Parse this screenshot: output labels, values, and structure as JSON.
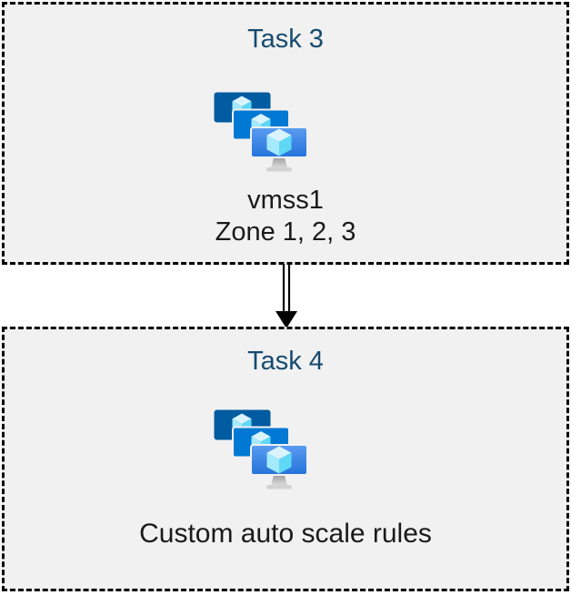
{
  "diagram": {
    "type": "flow-diagram",
    "background": "#FFFFFF"
  },
  "colors": {
    "box_background": "#F1F1F1",
    "box_border": "#000000",
    "title_text": "#174A6E",
    "body_text": "#1A1A1A",
    "arrow": "#000000"
  },
  "boxes": [
    {
      "title": "Task 3",
      "lines": [
        "vmss1",
        "Zone 1, 2, 3"
      ]
    },
    {
      "title": "Task 4",
      "lines": [
        "Custom auto scale rules"
      ]
    }
  ],
  "icon": {
    "name": "vm-scale-sets-icon",
    "colors": {
      "monitor_back": "#005BA1",
      "monitor_middle": "#0078D4",
      "monitor_front_top": "#5B9CF0",
      "monitor_front_bottom": "#2473DB",
      "cube_top": "#D9F4FE",
      "cube_left": "#A5E9FC",
      "cube_right": "#5FD8F6",
      "stand_dark": "#9E9E9E",
      "stand_light": "#DEDEDE",
      "stand_base": "#D2D2D2"
    }
  },
  "arrow": {
    "direction": "down",
    "style": "double-line"
  }
}
